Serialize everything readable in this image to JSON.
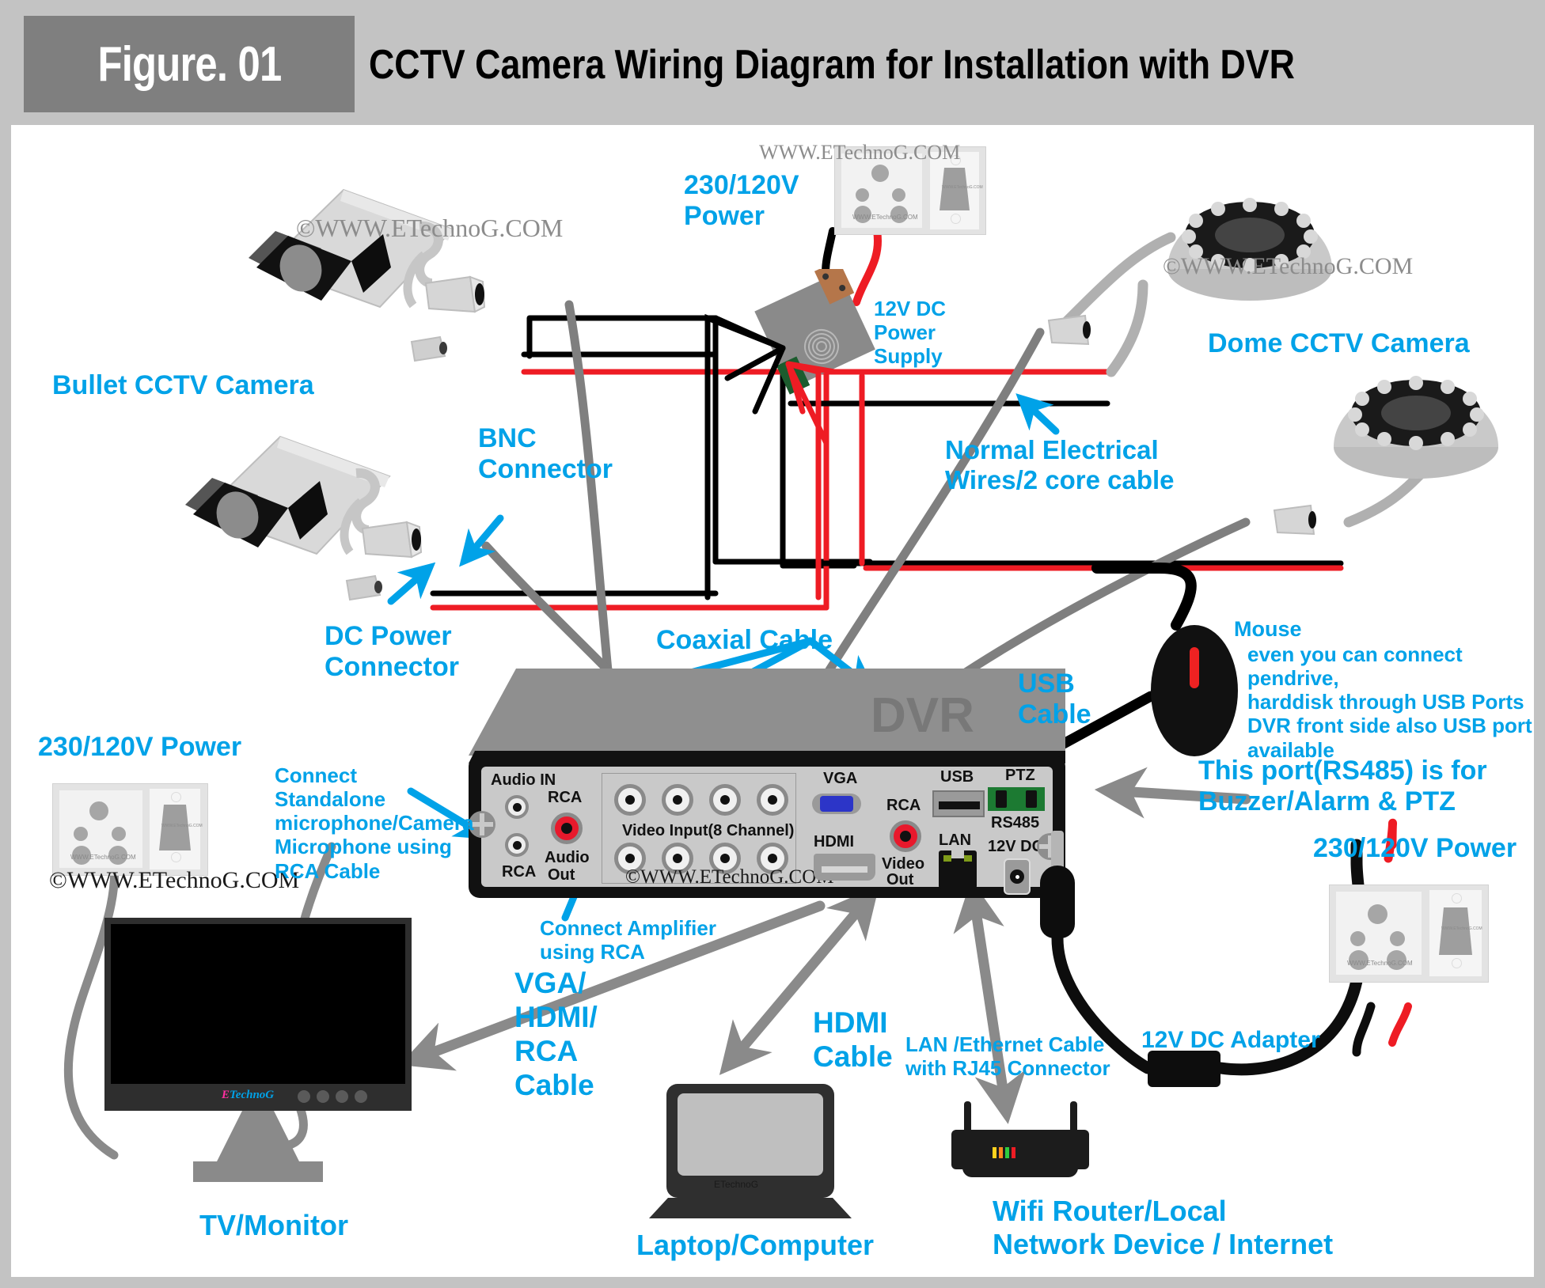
{
  "header": {
    "figure": "Figure. 01",
    "title": "CCTV Camera Wiring Diagram for Installation with DVR"
  },
  "watermarks": {
    "top_plain": "WWW.ETechnoG.COM",
    "bullet_cam": "©WWW.ETechnoG.COM",
    "dome_cam": "©WWW.ETechnoG.COM",
    "socket_left": "©WWW.ETechnoG.COM",
    "dvr_panel": "©WWW.ETechnoG.COM",
    "socket_small": "WWW.ETechnoG.COM",
    "switch_small": "WWW.ETechnoG.COM"
  },
  "labels": {
    "bullet_camera": "Bullet CCTV Camera",
    "dome_camera": "Dome CCTV Camera",
    "bnc_connector": "BNC\nConnector",
    "dc_power_connector": "DC Power\nConnector",
    "coaxial_cable": "Coaxial Cable",
    "power_top": "230/120V\nPower",
    "power_supply_12v": "12V DC\nPower\nSupply",
    "normal_wires": "Normal Electrical\nWires/2 core cable",
    "usb_cable": "USB\nCable",
    "mouse_title": "Mouse",
    "mouse_note": "even you can connect pendrive,\nharddisk through USB Ports\nDVR front side also USB port\navailable",
    "rs485_note": "This port(RS485) is for\nBuzzer/Alarm & PTZ",
    "power_left": "230/120V Power",
    "power_right": "230/120V Power",
    "rca_mic_note": "Connect\nStandalone\nmicrophone/Camera\nMicrophone using\nRCA Cable",
    "amp_note": "Connect Amplifier\nusing RCA",
    "vga_hdmi_rca": "VGA/\nHDMI/\nRCA\nCable",
    "hdmi_cable": "HDMI\nCable",
    "lan_cable": "LAN /Ethernet Cable\nwith RJ45 Connector",
    "adapter_12v": "12V DC Adapter",
    "tv_monitor": "TV/Monitor",
    "laptop": "Laptop/Computer",
    "router": "Wifi Router/Local\nNetwork Device  / Internet"
  },
  "dvr": {
    "brand": "DVR",
    "ports": {
      "audio_in": "Audio IN",
      "rca_in": "RCA",
      "rca_out": "RCA",
      "audio_out_1": "Audio",
      "audio_out_2": "Out",
      "video_input": "Video Input(8 Channel)",
      "vga": "VGA",
      "hdmi": "HDMI",
      "usb": "USB",
      "ptz": "PTZ",
      "rs485": "RS485",
      "rca_video": "RCA",
      "video_out_1": "Video",
      "video_out_2": "Out",
      "lan": "LAN",
      "dc_12v": "12V DC"
    }
  },
  "devices": {
    "tv_logo_e": "E",
    "tv_logo_rest": "TechnoG",
    "laptop_logo": "ETechnoG"
  },
  "colors": {
    "accent_blue": "#00a2e8",
    "header_band": "#c3c3c3",
    "figure_box": "#7f7f7f",
    "wire_red": "#ee1c24",
    "wire_black": "#000000",
    "cable_gray": "#7f7f7f",
    "dvr_body": "#111111",
    "dvr_panel": "#c9c9c9",
    "rca_red": "#e8192c",
    "vga_blue": "#2c35c8",
    "ptz_green": "#1c7a32"
  }
}
